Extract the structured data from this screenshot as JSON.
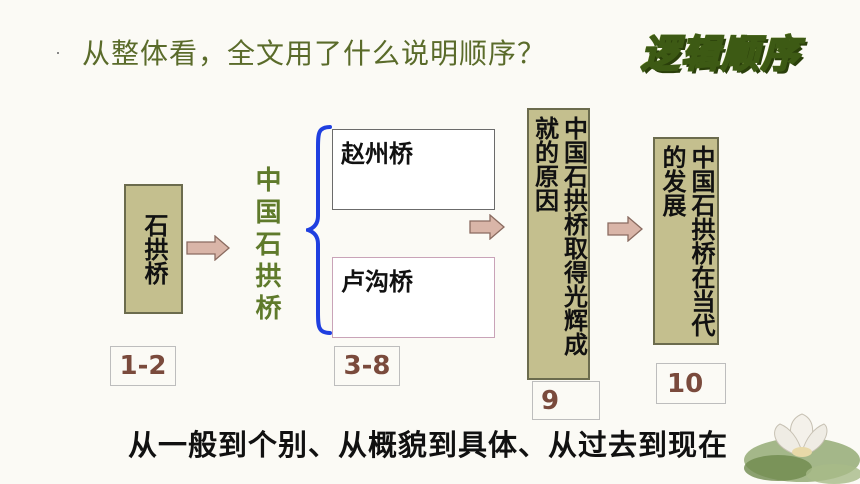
{
  "question": "从整体看，全文用了什么说明顺序？",
  "answer_badge": "逻辑顺序",
  "flow": {
    "general": "石拱桥",
    "category": "中国石拱桥",
    "examples": [
      "赵州桥",
      "卢沟桥"
    ],
    "reason": "中国石拱桥取得光辉成就的原因",
    "development": "中国石拱桥在当代的发展"
  },
  "paragraph_ranges": {
    "general": "1-2",
    "examples": "3-8",
    "reason": "9",
    "development": "10"
  },
  "conclusion": "从一般到个别、从概貌到具体、从过去到现在",
  "colors": {
    "title_green": "#5a6b2a",
    "box_fill": "#c4bf8e",
    "range_text": "#7a4a3c",
    "brace_blue": "#1f3fe0",
    "arrow_fill": "#d9b5a8"
  }
}
